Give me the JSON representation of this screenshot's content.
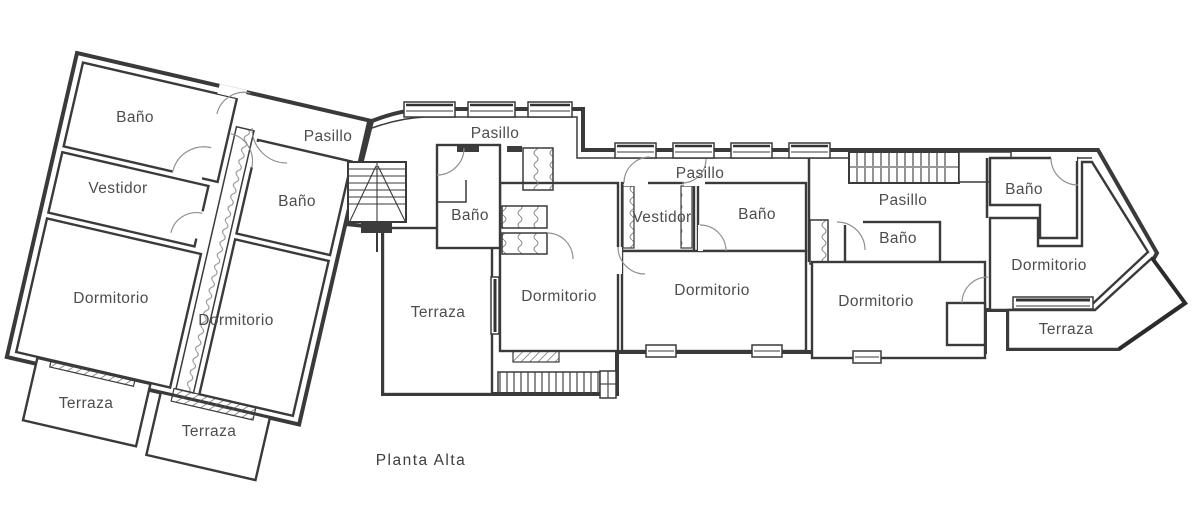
{
  "plan": {
    "title": "Planta Alta",
    "colors": {
      "wall": "#3a3a3a",
      "text": "#4d4d4d",
      "background": "#ffffff",
      "stair_rail": "#999999"
    },
    "rooms": [
      {
        "name": "bano-left",
        "label": "Baño"
      },
      {
        "name": "vestidor-left",
        "label": "Vestidor"
      },
      {
        "name": "pasillo-left",
        "label": "Pasillo"
      },
      {
        "name": "bano-left-2",
        "label": "Baño"
      },
      {
        "name": "dormitorio-left-1",
        "label": "Dormitorio"
      },
      {
        "name": "dormitorio-left-2",
        "label": "Dormitorio"
      },
      {
        "name": "terraza-left-1",
        "label": "Terraza"
      },
      {
        "name": "terraza-left-2",
        "label": "Terraza"
      },
      {
        "name": "pasillo-middle",
        "label": "Pasillo"
      },
      {
        "name": "bano-middle",
        "label": "Baño"
      },
      {
        "name": "terraza-middle",
        "label": "Terraza"
      },
      {
        "name": "dormitorio-middle",
        "label": "Dormitorio"
      },
      {
        "name": "pasillo-center",
        "label": "Pasillo"
      },
      {
        "name": "vestidor-center",
        "label": "Vestidor"
      },
      {
        "name": "bano-center",
        "label": "Baño"
      },
      {
        "name": "dormitorio-center",
        "label": "Dormitorio"
      },
      {
        "name": "bano-right-center",
        "label": "Baño"
      },
      {
        "name": "dormitorio-right-center",
        "label": "Dormitorio"
      },
      {
        "name": "pasillo-right",
        "label": "Pasillo"
      },
      {
        "name": "bano-far-right",
        "label": "Baño"
      },
      {
        "name": "dormitorio-far-right",
        "label": "Dormitorio"
      },
      {
        "name": "terraza-far-right",
        "label": "Terraza"
      }
    ]
  }
}
